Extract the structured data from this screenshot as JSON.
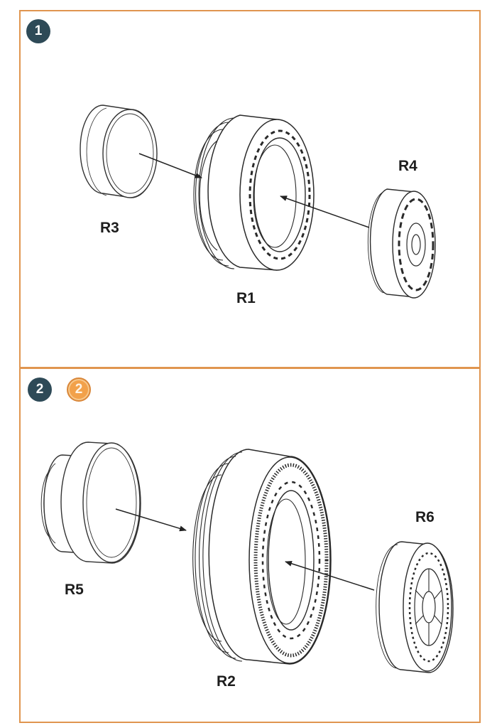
{
  "steps": {
    "step1": "1",
    "step2": "2",
    "step2_alt": "2"
  },
  "labels": {
    "r1": "R1",
    "r2": "R2",
    "r3": "R3",
    "r4": "R4",
    "r5": "R5",
    "r6": "R6"
  },
  "colors": {
    "panel_border": "#e0954f",
    "step_dark": "#2e4a57",
    "step_orange": "#f2a14a"
  }
}
